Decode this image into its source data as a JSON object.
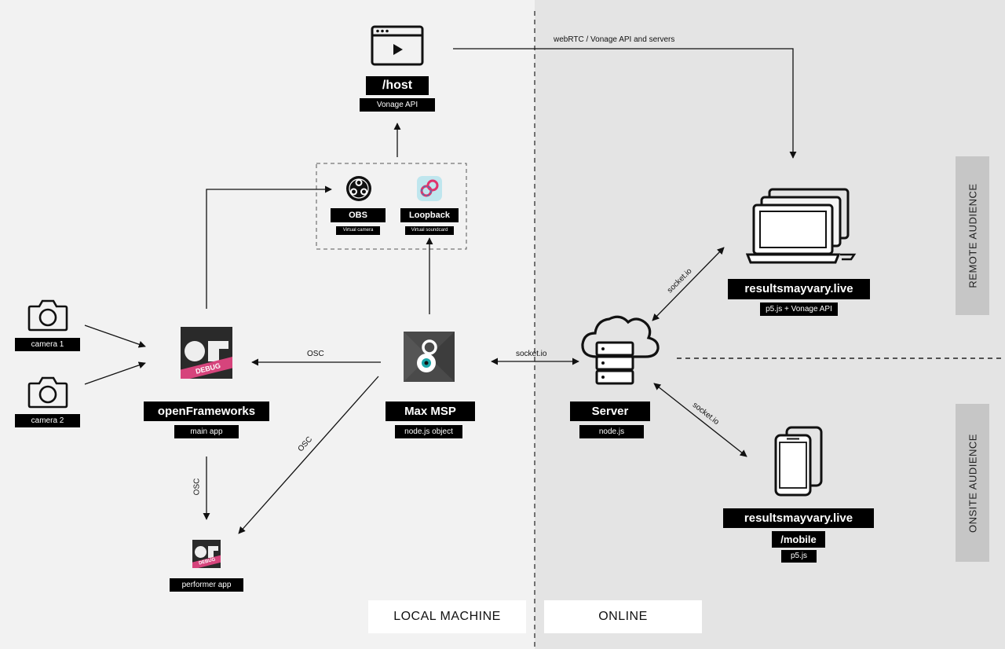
{
  "nodes": {
    "host": {
      "title": "/host",
      "sub": "Vonage API"
    },
    "obs": {
      "title": "OBS",
      "sub": "Virtual camera"
    },
    "loopback": {
      "title": "Loopback",
      "sub": "Virtual soundcard"
    },
    "camera1": {
      "sub": "camera 1"
    },
    "camera2": {
      "sub": "camera 2"
    },
    "openframeworks": {
      "title": "openFrameworks",
      "sub": "main app",
      "logo_text": "DEBUG"
    },
    "maxmsp": {
      "title": "Max MSP",
      "sub": "node.js object"
    },
    "performer": {
      "sub": "performer app",
      "logo_text": "DEBUG"
    },
    "server": {
      "title": "Server",
      "sub": "node.js"
    },
    "remote_site": {
      "title": "resultsmayvary.live",
      "sub": "p5.js + Vonage API"
    },
    "mobile_site": {
      "title": "resultsmayvary.live",
      "title2": "/mobile",
      "sub": "p5.js"
    }
  },
  "edges": {
    "webrtc": "webRTC / Vonage API and servers",
    "osc_max_of": "OSC",
    "osc_of_performer": "OSC",
    "osc_max_performer": "OSC",
    "socket_max_server": "socket.io",
    "socket_server_remote": "socket.io",
    "socket_server_mobile": "socket.io"
  },
  "zones": {
    "local": "LOCAL MACHINE",
    "online": "ONLINE",
    "remote": "REMOTE AUDIENCE",
    "onsite": "ONSITE AUDIENCE"
  },
  "colors": {
    "local_bg": "#f2f2f2",
    "online_bg": "#e4e4e4",
    "label_bg": "#000000",
    "debug_pink": "#d6447c",
    "side_label_bg": "#c6c6c6"
  }
}
